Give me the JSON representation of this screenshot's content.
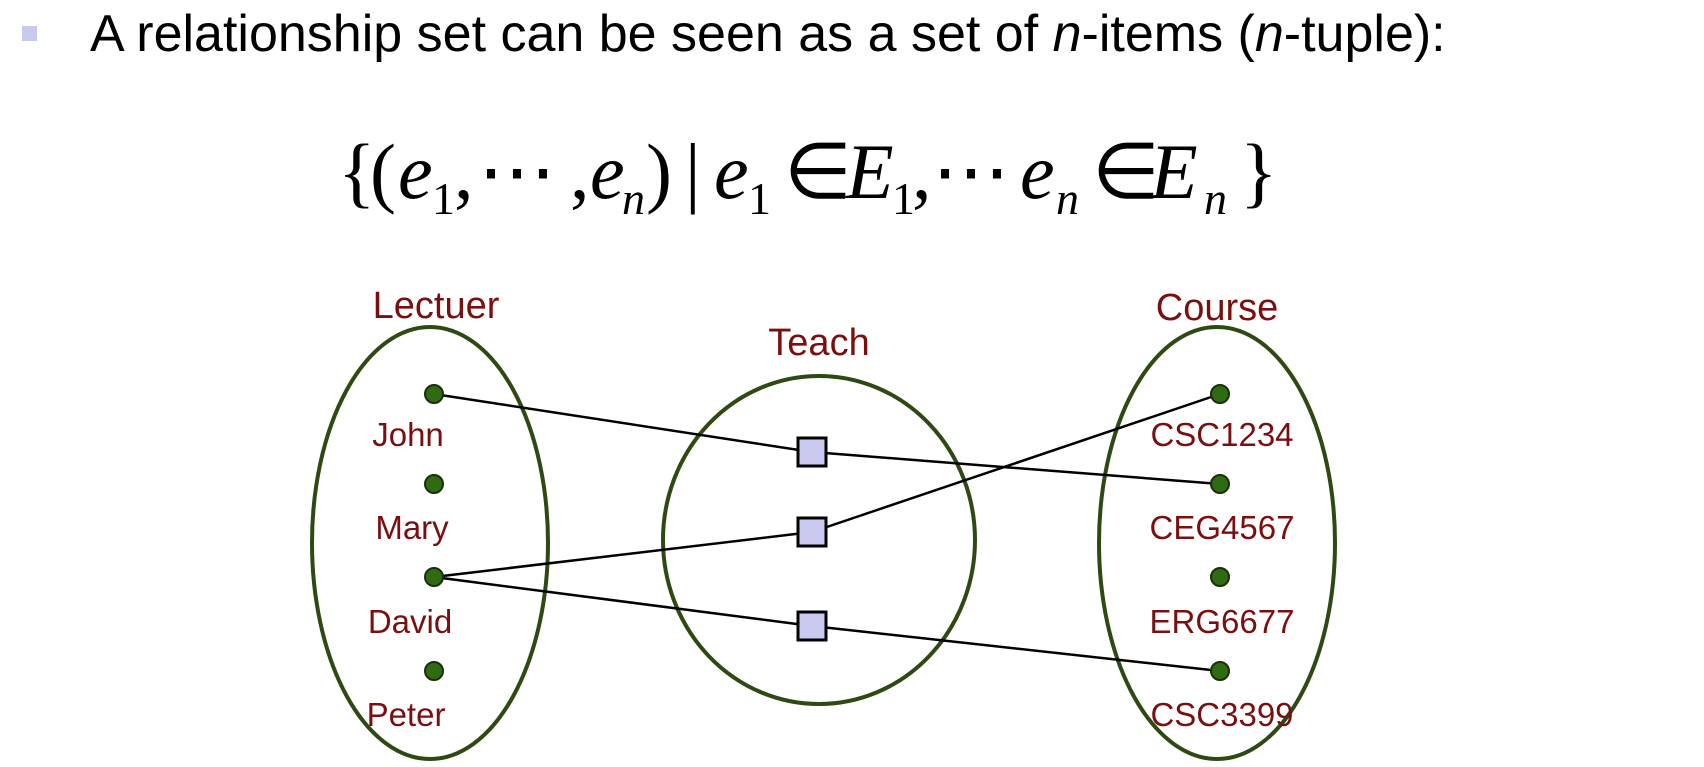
{
  "bullet": {
    "part1": "A relationship set can be seen as a set of ",
    "n1": "n",
    "part2": "-items (",
    "n2": "n",
    "part3": "-tuple):"
  },
  "formula": {
    "e": "e",
    "E": "E",
    "sub1": "1",
    "subn": "n",
    "ellipsis": "⋯",
    "member": "∈",
    "lbrace": "{",
    "rbrace": "}",
    "lparen": "(",
    "rparen": ")",
    "bar": "|",
    "comma": ","
  },
  "sets": {
    "lecturer": {
      "title": "Lectuer",
      "items": [
        "John",
        "Mary",
        "David",
        "Peter"
      ]
    },
    "relation": {
      "title": "Teach"
    },
    "course": {
      "title": "Course",
      "items": [
        "CSC1234",
        "CEG4567",
        "ERG6677",
        "CSC3399"
      ]
    }
  },
  "colors": {
    "label": "#7a0f0f",
    "ellipse_stroke": "#2e4a12",
    "dot_fill": "#2f6b12",
    "relation_square_fill": "#c9c9f0",
    "bullet": "#c9c9f0"
  }
}
